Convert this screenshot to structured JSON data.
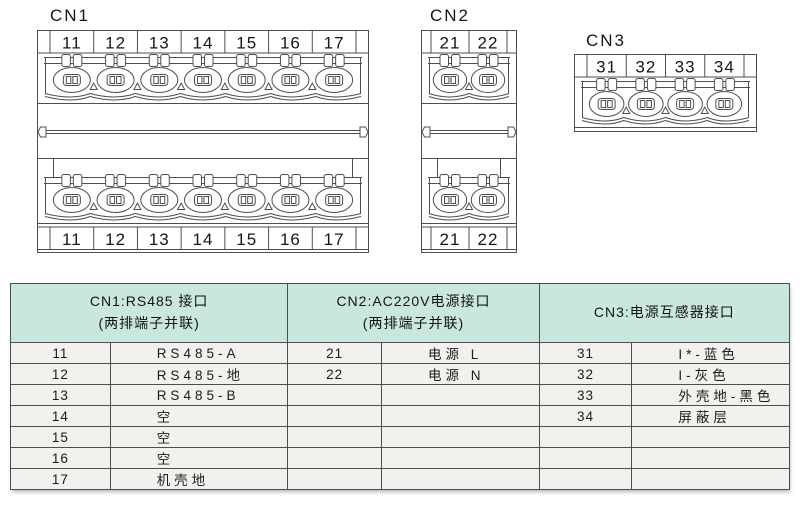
{
  "connectors": [
    {
      "id": "cn1",
      "label": "CN1",
      "type": "double",
      "terminals": [
        "11",
        "12",
        "13",
        "14",
        "15",
        "16",
        "17"
      ]
    },
    {
      "id": "cn2",
      "label": "CN2",
      "type": "double",
      "terminals": [
        "21",
        "22"
      ]
    },
    {
      "id": "cn3",
      "label": "CN3",
      "type": "single",
      "terminals": [
        "31",
        "32",
        "33",
        "34"
      ]
    }
  ],
  "table": {
    "row_count": 7,
    "sections": [
      {
        "title_line1": "CN1:RS485 接口",
        "title_line2": "(两排端子并联)",
        "rows": [
          [
            "11",
            "RS485-A"
          ],
          [
            "12",
            "RS485-地"
          ],
          [
            "13",
            "RS485-B"
          ],
          [
            "14",
            "空"
          ],
          [
            "15",
            "空"
          ],
          [
            "16",
            "空"
          ],
          [
            "17",
            "机壳地"
          ]
        ]
      },
      {
        "title_line1": "CN2:AC220V电源接口",
        "title_line2": "(两排端子并联)",
        "rows": [
          [
            "21",
            "电源 L"
          ],
          [
            "22",
            "电源 N"
          ]
        ]
      },
      {
        "title_line1": "CN3:电源互感器接口",
        "title_line2": "",
        "rows": [
          [
            "31",
            "I*-蓝色"
          ],
          [
            "32",
            "I-灰色"
          ],
          [
            "33",
            "外壳地-黑色"
          ],
          [
            "34",
            "屏蔽层"
          ]
        ]
      }
    ]
  },
  "colors": {
    "header_bg": "#c9e6df",
    "row_bg": "#f3f1ed",
    "table_border": "#4d4d4d",
    "drawing_line": "#4f4f4f",
    "text": "#1b1b1b"
  }
}
